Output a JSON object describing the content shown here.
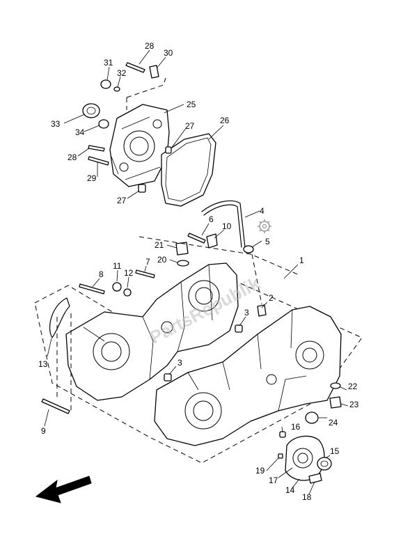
{
  "callouts": {
    "c1": "1",
    "c2": "2",
    "c3a": "3",
    "c3b": "3",
    "c4": "4",
    "c5": "5",
    "c6": "6",
    "c7": "7",
    "c8": "8",
    "c9": "9",
    "c10": "10",
    "c11": "11",
    "c12": "12",
    "c13": "13",
    "c14": "14",
    "c15": "15",
    "c16": "16",
    "c17": "17",
    "c18": "18",
    "c19": "19",
    "c20": "20",
    "c21": "21",
    "c22": "22",
    "c23": "23",
    "c24": "24",
    "c25": "25",
    "c26": "26",
    "c27a": "27",
    "c27b": "27",
    "c28a": "28",
    "c28b": "28",
    "c29": "29",
    "c30": "30",
    "c31": "31",
    "c32": "32",
    "c33": "33",
    "c34": "34"
  },
  "watermark": "PartsRepublik",
  "icons": {
    "direction": "arrow-front-icon",
    "gear": "gear-icon"
  }
}
